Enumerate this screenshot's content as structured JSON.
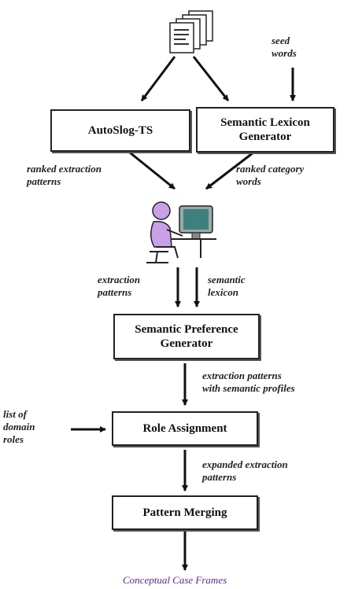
{
  "boxes": {
    "autoslog": {
      "lines": [
        "AutoSlog-TS"
      ]
    },
    "lexicon": {
      "lines": [
        "Semantic Lexicon",
        "Generator"
      ]
    },
    "preference": {
      "lines": [
        "Semantic Preference",
        "Generator"
      ]
    },
    "role": {
      "lines": [
        "Role Assignment"
      ]
    },
    "merging": {
      "lines": [
        "Pattern Merging"
      ]
    }
  },
  "labels": {
    "seed_words": [
      "seed",
      "words"
    ],
    "ranked_patterns": [
      "ranked extraction",
      "patterns"
    ],
    "ranked_words": [
      "ranked category",
      "words"
    ],
    "extraction_patterns": [
      "extraction",
      "patterns"
    ],
    "semantic_lexicon": [
      "semantic",
      "lexicon"
    ],
    "profiles": [
      "extraction patterns",
      "with semantic profiles"
    ],
    "domain_roles": [
      "list of",
      "domain",
      "roles"
    ],
    "expanded": [
      "expanded extraction",
      "patterns"
    ]
  },
  "output": "Conceptual Case Frames",
  "icons": {
    "documents": "document-stack-icon",
    "user": "person-at-computer-icon"
  },
  "colors": {
    "ink": "#111111",
    "output": "#5b2a86",
    "person": "#c9a0e8",
    "monitor": "#3f7f7f"
  }
}
